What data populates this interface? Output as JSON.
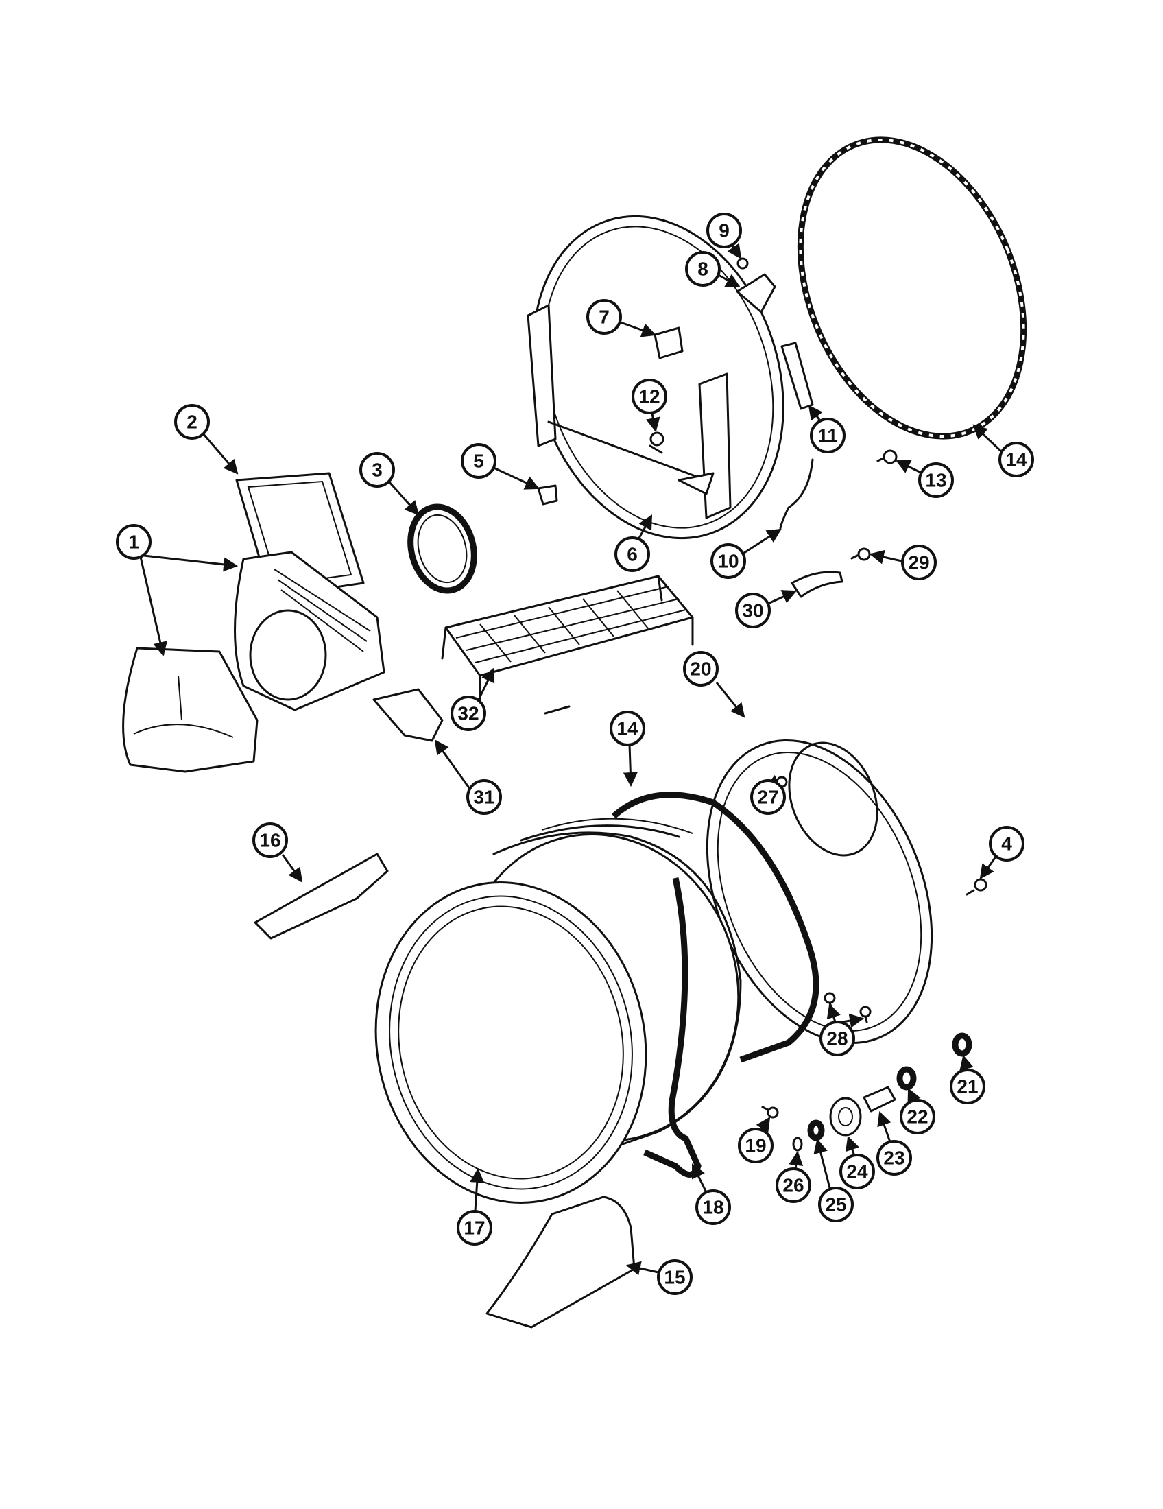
{
  "callouts": [
    "1",
    "2",
    "3",
    "4",
    "5",
    "6",
    "7",
    "8",
    "9",
    "10",
    "11",
    "12",
    "13",
    "14",
    "14",
    "15",
    "16",
    "17",
    "18",
    "19",
    "20",
    "21",
    "22",
    "23",
    "24",
    "25",
    "26",
    "27",
    "28",
    "29",
    "30",
    "31",
    "32"
  ],
  "colors": {
    "ink": "#111111",
    "paper": "#ffffff"
  }
}
